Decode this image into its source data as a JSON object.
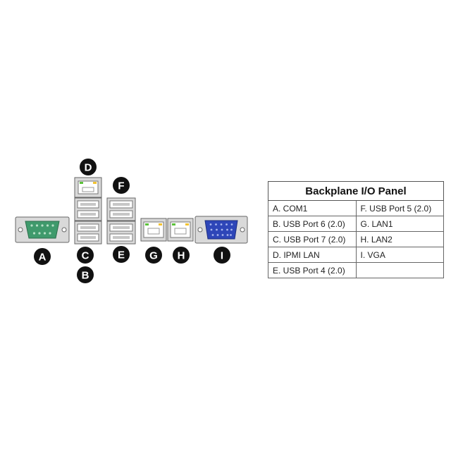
{
  "markers": [
    "A",
    "B",
    "C",
    "D",
    "E",
    "F",
    "G",
    "H",
    "I"
  ],
  "colors": {
    "port_frame": "#d9d9d9",
    "port_frame_stroke": "#666666",
    "com_connector": "#3f9a6c",
    "vga_connector": "#2e46b8",
    "marker_fill": "#111111",
    "led_green": "#5cc23a",
    "led_yellow": "#f2c230",
    "table_border": "#555555"
  },
  "legend": {
    "title": "Backplane I/O Panel",
    "rows": [
      [
        "A. COM1",
        "F. USB Port 5 (2.0)"
      ],
      [
        "B. USB Port 6 (2.0)",
        "G. LAN1"
      ],
      [
        "C. USB Port 7 (2.0)",
        "H. LAN2"
      ],
      [
        "D. IPMI LAN",
        "I. VGA"
      ],
      [
        "E. USB Port 4 (2.0)",
        ""
      ]
    ]
  }
}
